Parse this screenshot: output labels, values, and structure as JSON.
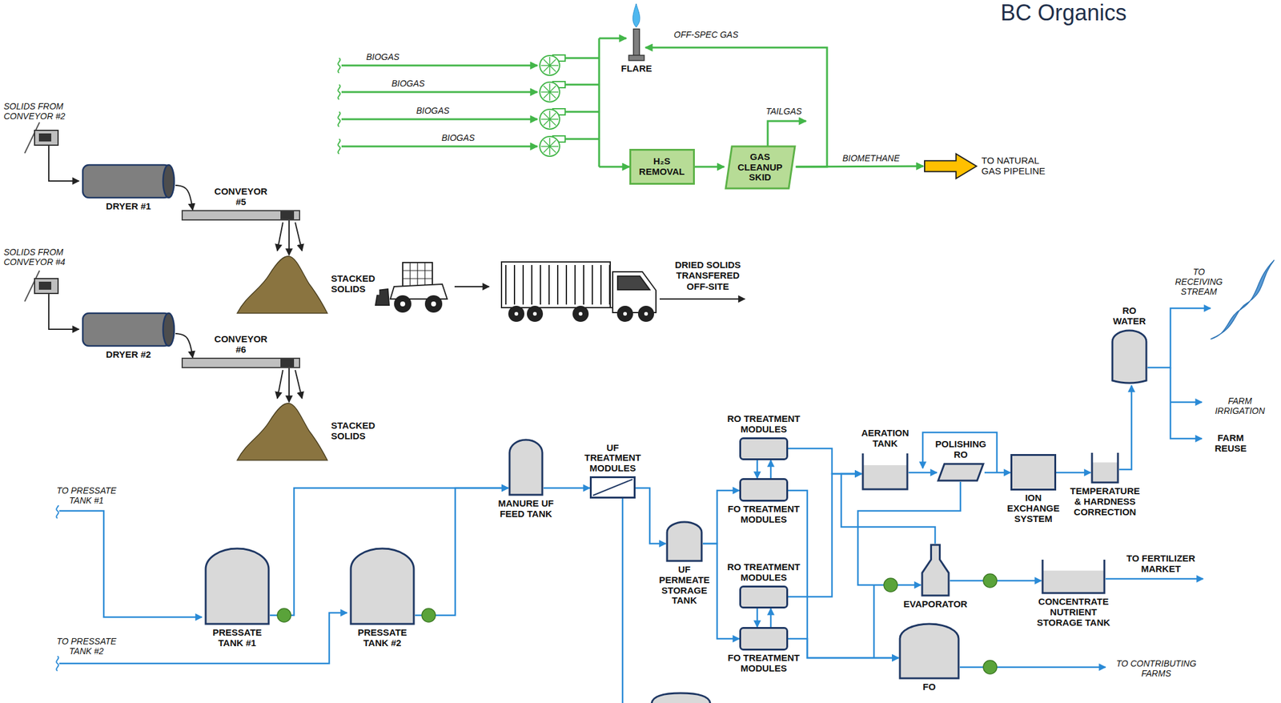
{
  "diagram": {
    "title": "BC Organics",
    "nodes": [
      {
        "text": [
          "FLARE"
        ]
      },
      {
        "text": [
          "H₂S REMOVAL"
        ]
      },
      {
        "text": [
          "GAS CLEANUP SKID"
        ]
      },
      {
        "text": [
          "TO NATURAL GAS PIPELINE"
        ]
      },
      {
        "text": [
          "DRYER #1"
        ]
      },
      {
        "text": [
          "CONVEYOR #5"
        ]
      },
      {
        "text": [
          "STACKED SOLIDS"
        ]
      },
      {
        "text": [
          "DRYER #2"
        ]
      },
      {
        "text": [
          "CONVEYOR #6"
        ]
      },
      {
        "text": [
          "STACKED SOLIDS"
        ]
      },
      {
        "text": [
          "MANURE UF FEED TANK"
        ]
      },
      {
        "text": [
          "UF TREATMENT MODULES"
        ]
      },
      {
        "text": [
          "RO TREATMENT MODULES"
        ]
      },
      {
        "text": [
          "FO TREATMENT MODULES"
        ]
      },
      {
        "text": [
          "AERATION TANK"
        ]
      },
      {
        "text": [
          "POLISHING RO"
        ]
      },
      {
        "text": [
          "RO WATER"
        ]
      },
      {
        "text": [
          "ION EXCHANGE SYSTEM"
        ]
      },
      {
        "text": [
          "TEMPERATURE & HARDNESS CORRECTION"
        ]
      },
      {
        "text": [
          "UF PERMEATE STORAGE TANK"
        ]
      },
      {
        "text": [
          "RO TREATMENT MODULES"
        ]
      },
      {
        "text": [
          "FO TREATMENT MODULES"
        ]
      },
      {
        "text": [
          "EVAPORATOR"
        ]
      },
      {
        "text": [
          "CONCENTRATE NUTRIENT STORAGE TANK"
        ]
      },
      {
        "text": [
          "PRESSATE TANK #1"
        ]
      },
      {
        "text": [
          "PRESSATE TANK #2"
        ]
      },
      {
        "text": [
          "FO"
        ]
      }
    ],
    "edges": [
      {
        "from": 1,
        "to": 2,
        "arrow": "to"
      },
      {
        "from": 2,
        "to": 0,
        "arrow": "to",
        "label": "OFF-SPEC GAS"
      },
      {
        "from": 2,
        "to": 3,
        "arrow": "to",
        "label": "BIOMETHANE"
      },
      {
        "from": 4,
        "to": 5,
        "arrow": "to"
      },
      {
        "from": 5,
        "to": 6,
        "arrow": "to"
      },
      {
        "from": 7,
        "to": 8,
        "arrow": "to"
      },
      {
        "from": 8,
        "to": 9,
        "arrow": "to"
      },
      {
        "from": 24,
        "to": 10,
        "arrow": "to"
      },
      {
        "from": 25,
        "to": 10,
        "arrow": "to"
      },
      {
        "from": 10,
        "to": 11,
        "arrow": "to"
      },
      {
        "from": 11,
        "to": 19,
        "arrow": "to"
      },
      {
        "from": 19,
        "to": 13,
        "arrow": "to"
      },
      {
        "from": 19,
        "to": 21,
        "arrow": "to"
      },
      {
        "from": 12,
        "to": 13,
        "arrow": "to"
      },
      {
        "from": 13,
        "to": 12,
        "arrow": "to"
      },
      {
        "from": 20,
        "to": 21,
        "arrow": "to"
      },
      {
        "from": 21,
        "to": 20,
        "arrow": "to"
      },
      {
        "from": 12,
        "to": 14,
        "arrow": "to"
      },
      {
        "from": 20,
        "to": 14,
        "arrow": "to"
      },
      {
        "from": 14,
        "to": 15,
        "arrow": "to"
      },
      {
        "from": 15,
        "to": 17,
        "arrow": "to"
      },
      {
        "from": 17,
        "to": 18,
        "arrow": "to"
      },
      {
        "from": 18,
        "to": 16,
        "arrow": "to"
      },
      {
        "from": 13,
        "to": 26,
        "arrow": "to"
      },
      {
        "from": 21,
        "to": 26,
        "arrow": "to"
      },
      {
        "from": 22,
        "to": 14,
        "arrow": "to"
      },
      {
        "from": 22,
        "to": 23,
        "arrow": "to"
      },
      {
        "from": 15,
        "to": 22,
        "arrow": "to"
      }
    ],
    "labels": [
      "SOLIDS FROM CONVEYOR #2",
      "SOLIDS FROM CONVEYOR #4",
      "BIOGAS",
      "BIOGAS",
      "BIOGAS",
      "BIOGAS",
      "TAILGAS",
      "DRIED SOLIDS TRANSFERED OFF-SITE",
      "TO RECEIVING STREAM",
      "FARM IRRIGATION",
      "FARM REUSE",
      "TO FERTILIZER MARKET",
      "TO CONTRIBUTING FARMS",
      "TO PRESSATE TANK #1",
      "TO PRESSATE TANK #2"
    ]
  }
}
